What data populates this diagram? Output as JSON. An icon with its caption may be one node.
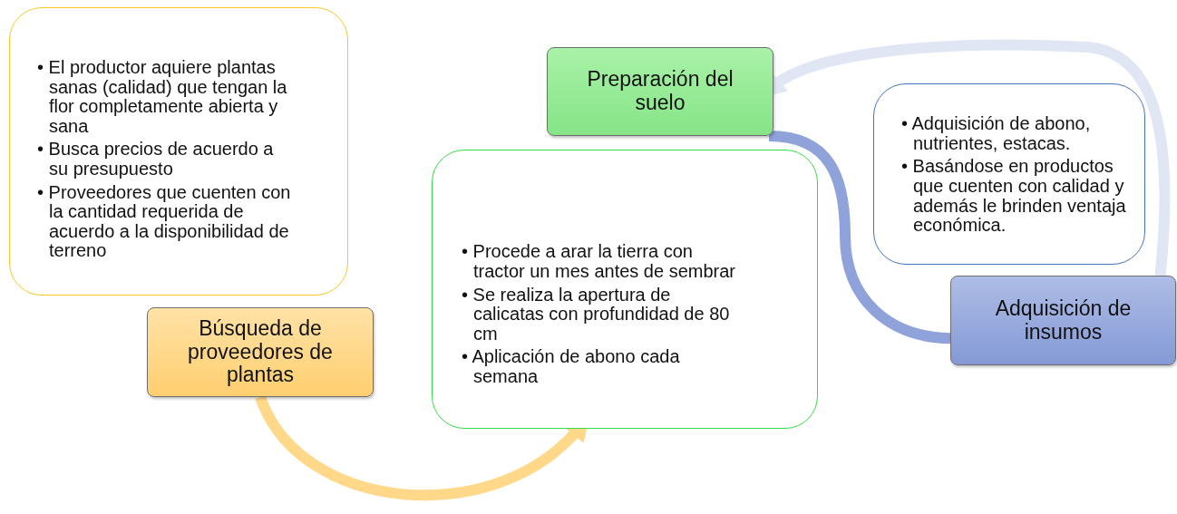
{
  "diagram": {
    "nodes": [
      {
        "text": [
          "• El productor aquiere plantas sanas (calidad) que tengan la flor completamente abierta y sana",
          "• Busca precios de acuerdo a su presupuesto",
          "• Proveedores que cuenten con la cantidad requerida de acuerdo a la disponibilidad de terreno"
        ]
      },
      {
        "text": [
          "Búsqueda de proveedores de plantas"
        ]
      },
      {
        "text": [
          "Preparación del suelo"
        ]
      },
      {
        "text": [
          "• Procede a arar la tierra con tractor un mes antes de sembrar",
          "• Se realiza la apertura de calicatas con profundidad de 80 cm",
          "• Aplicación de abono cada semana"
        ]
      },
      {
        "text": [
          "• Adquisición de abono, nutrientes, estacas.",
          "• Basándose en productos que cuenten con calidad y además le brinden ventaja económica."
        ]
      },
      {
        "text": [
          "Adquisición de insumos"
        ]
      }
    ],
    "edges": [
      {
        "from": 1,
        "to": 3,
        "arrow": "to",
        "color": "#ffd88a"
      },
      {
        "from": 2,
        "to": 5,
        "arrow": "none",
        "color": "#8fa3da"
      },
      {
        "from": 5,
        "to": 2,
        "arrow": "to",
        "color": "#e1e6f4"
      }
    ]
  }
}
